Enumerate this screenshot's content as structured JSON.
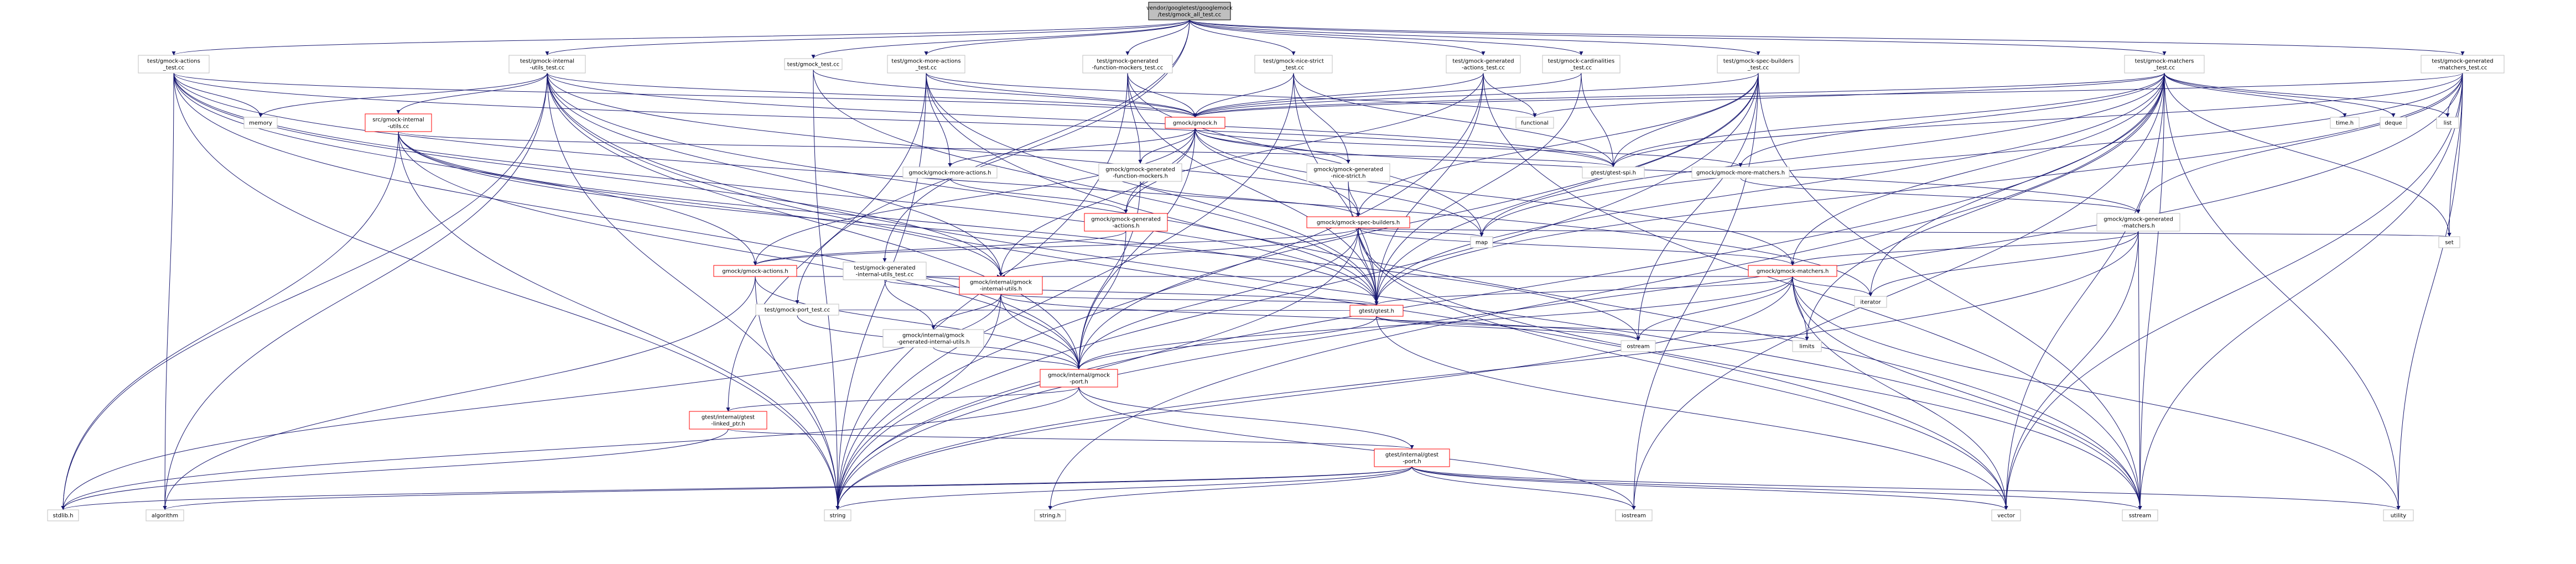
{
  "diagram": {
    "colors": {
      "edge": "#191970",
      "node_border_normal": "#bfbfbf",
      "node_border_incomplete": "#ff0000",
      "node_fill_root": "#bfbfbf",
      "node_fill": "#ffffff"
    },
    "nodes": [
      {
        "id": "root",
        "label": [
          "vendor/googletest/googlemock",
          "/test/gmock_all_test.cc"
        ],
        "style": "root"
      },
      {
        "id": "t_actions",
        "label": [
          "test/gmock-actions",
          "_test.cc"
        ]
      },
      {
        "id": "t_internal",
        "label": [
          "test/gmock-internal",
          "-utils_test.cc"
        ]
      },
      {
        "id": "t_gmock",
        "label": [
          "test/gmock_test.cc"
        ]
      },
      {
        "id": "t_more_actions",
        "label": [
          "test/gmock-more-actions",
          "_test.cc"
        ]
      },
      {
        "id": "t_gen_fn_mockers",
        "label": [
          "test/gmock-generated",
          "-function-mockers_test.cc"
        ]
      },
      {
        "id": "t_nice_strict",
        "label": [
          "test/gmock-nice-strict",
          "_test.cc"
        ]
      },
      {
        "id": "t_gen_actions",
        "label": [
          "test/gmock-generated",
          "-actions_test.cc"
        ]
      },
      {
        "id": "t_cardinalities",
        "label": [
          "test/gmock-cardinalities",
          "_test.cc"
        ]
      },
      {
        "id": "t_spec_builders",
        "label": [
          "test/gmock-spec-builders",
          "_test.cc"
        ]
      },
      {
        "id": "t_matchers",
        "label": [
          "test/gmock-matchers",
          "_test.cc"
        ]
      },
      {
        "id": "t_gen_matchers",
        "label": [
          "test/gmock-generated",
          "-matchers_test.cc"
        ]
      },
      {
        "id": "memory",
        "label": [
          "memory"
        ]
      },
      {
        "id": "src_internal_utils",
        "label": [
          "src/gmock-internal",
          "-utils.cc"
        ],
        "style": "red"
      },
      {
        "id": "gmock_h",
        "label": [
          "gmock/gmock.h"
        ],
        "style": "red"
      },
      {
        "id": "functional",
        "label": [
          "functional"
        ]
      },
      {
        "id": "gtest_spi",
        "label": [
          "gtest/gtest-spi.h"
        ]
      },
      {
        "id": "time_h",
        "label": [
          "time.h"
        ]
      },
      {
        "id": "deque",
        "label": [
          "deque"
        ]
      },
      {
        "id": "list",
        "label": [
          "list"
        ]
      },
      {
        "id": "gmock_more_actions",
        "label": [
          "gmock/gmock-more-actions.h"
        ]
      },
      {
        "id": "gen_fn_mockers_h",
        "label": [
          "gmock/gmock-generated",
          "-function-mockers.h"
        ]
      },
      {
        "id": "gen_nice_strict_h",
        "label": [
          "gmock/gmock-generated",
          "-nice-strict.h"
        ]
      },
      {
        "id": "gmock_more_matchers",
        "label": [
          "gmock/gmock-more-matchers.h"
        ]
      },
      {
        "id": "gen_actions_h",
        "label": [
          "gmock/gmock-generated",
          "-actions.h"
        ],
        "style": "red"
      },
      {
        "id": "spec_builders_h",
        "label": [
          "gmock/gmock-spec-builders.h"
        ],
        "style": "red"
      },
      {
        "id": "gen_matchers_h",
        "label": [
          "gmock/gmock-generated",
          "-matchers.h"
        ]
      },
      {
        "id": "map",
        "label": [
          "map"
        ]
      },
      {
        "id": "set",
        "label": [
          "set"
        ]
      },
      {
        "id": "gmock_actions_h",
        "label": [
          "gmock/gmock-actions.h"
        ],
        "style": "red"
      },
      {
        "id": "t_gen_internal_utils",
        "label": [
          "test/gmock-generated",
          "-internal-utils_test.cc"
        ]
      },
      {
        "id": "gmock_matchers_h",
        "label": [
          "gmock/gmock-matchers.h"
        ],
        "style": "red"
      },
      {
        "id": "internal_utils_h",
        "label": [
          "gmock/internal/gmock",
          "-internal-utils.h"
        ],
        "style": "red"
      },
      {
        "id": "iterator",
        "label": [
          "iterator"
        ]
      },
      {
        "id": "t_port",
        "label": [
          "test/gmock-port_test.cc"
        ]
      },
      {
        "id": "gtest_h",
        "label": [
          "gtest/gtest.h"
        ],
        "style": "red"
      },
      {
        "id": "gen_internal_utils_h",
        "label": [
          "gmock/internal/gmock",
          "-generated-internal-utils.h"
        ]
      },
      {
        "id": "ostream",
        "label": [
          "ostream"
        ]
      },
      {
        "id": "limits",
        "label": [
          "limits"
        ]
      },
      {
        "id": "gmock_port_h",
        "label": [
          "gmock/internal/gmock",
          "-port.h"
        ],
        "style": "red"
      },
      {
        "id": "gtest_linked_ptr",
        "label": [
          "gtest/internal/gtest",
          "-linked_ptr.h"
        ],
        "style": "red"
      },
      {
        "id": "gtest_port_h",
        "label": [
          "gtest/internal/gtest",
          "-port.h"
        ],
        "style": "red"
      },
      {
        "id": "stdlib_h",
        "label": [
          "stdlib.h"
        ]
      },
      {
        "id": "algorithm",
        "label": [
          "algorithm"
        ]
      },
      {
        "id": "string",
        "label": [
          "string"
        ]
      },
      {
        "id": "string_h",
        "label": [
          "string.h"
        ]
      },
      {
        "id": "iostream",
        "label": [
          "iostream"
        ]
      },
      {
        "id": "vector",
        "label": [
          "vector"
        ]
      },
      {
        "id": "utility",
        "label": [
          "utility"
        ]
      },
      {
        "id": "sstream",
        "label": [
          "sstream"
        ]
      }
    ],
    "edges": [
      [
        "root",
        "t_actions"
      ],
      [
        "root",
        "t_internal"
      ],
      [
        "root",
        "t_gmock"
      ],
      [
        "root",
        "t_more_actions"
      ],
      [
        "root",
        "t_gen_fn_mockers"
      ],
      [
        "root",
        "t_nice_strict"
      ],
      [
        "root",
        "t_gen_actions"
      ],
      [
        "root",
        "t_cardinalities"
      ],
      [
        "root",
        "t_spec_builders"
      ],
      [
        "root",
        "t_matchers"
      ],
      [
        "root",
        "t_gen_matchers"
      ],
      [
        "root",
        "t_gen_internal_utils"
      ],
      [
        "root",
        "t_port"
      ],
      [
        "t_actions",
        "gmock_h"
      ],
      [
        "t_actions",
        "memory"
      ],
      [
        "t_actions",
        "gmock_actions_h"
      ],
      [
        "t_actions",
        "gtest_h"
      ],
      [
        "t_actions",
        "internal_utils_h"
      ],
      [
        "t_actions",
        "gmock_port_h"
      ],
      [
        "t_actions",
        "algorithm"
      ],
      [
        "t_actions",
        "string"
      ],
      [
        "t_actions",
        "iterator"
      ],
      [
        "t_actions",
        "gtest_spi"
      ],
      [
        "t_internal",
        "memory"
      ],
      [
        "t_internal",
        "src_internal_utils"
      ],
      [
        "t_internal",
        "gmock_h"
      ],
      [
        "t_internal",
        "internal_utils_h"
      ],
      [
        "t_internal",
        "gtest_h"
      ],
      [
        "t_internal",
        "gtest_spi"
      ],
      [
        "t_internal",
        "gmock_port_h"
      ],
      [
        "t_internal",
        "map"
      ],
      [
        "t_internal",
        "vector"
      ],
      [
        "t_internal",
        "string"
      ],
      [
        "t_internal",
        "sstream"
      ],
      [
        "t_internal",
        "algorithm"
      ],
      [
        "t_internal",
        "stdlib_h"
      ],
      [
        "t_gmock",
        "gmock_h"
      ],
      [
        "t_gmock",
        "gtest_h"
      ],
      [
        "t_gmock",
        "string"
      ],
      [
        "t_more_actions",
        "gmock_h"
      ],
      [
        "t_more_actions",
        "gmock_more_actions"
      ],
      [
        "t_more_actions",
        "gtest_h"
      ],
      [
        "t_more_actions",
        "functional"
      ],
      [
        "t_more_actions",
        "sstream"
      ],
      [
        "t_more_actions",
        "string"
      ],
      [
        "t_more_actions",
        "gtest_linked_ptr"
      ],
      [
        "t_gen_fn_mockers",
        "gmock_h"
      ],
      [
        "t_gen_fn_mockers",
        "gen_fn_mockers_h"
      ],
      [
        "t_gen_fn_mockers",
        "gtest_h"
      ],
      [
        "t_gen_fn_mockers",
        "map"
      ],
      [
        "t_gen_fn_mockers",
        "string"
      ],
      [
        "t_nice_strict",
        "gmock_h"
      ],
      [
        "t_nice_strict",
        "gen_nice_strict_h"
      ],
      [
        "t_nice_strict",
        "gtest_h"
      ],
      [
        "t_nice_strict",
        "gtest_spi"
      ],
      [
        "t_nice_strict",
        "string"
      ],
      [
        "t_gen_actions",
        "gmock_h"
      ],
      [
        "t_gen_actions",
        "gen_actions_h"
      ],
      [
        "t_gen_actions",
        "gtest_h"
      ],
      [
        "t_gen_actions",
        "functional"
      ],
      [
        "t_gen_actions",
        "sstream"
      ],
      [
        "t_gen_actions",
        "string"
      ],
      [
        "t_cardinalities",
        "gmock_h"
      ],
      [
        "t_cardinalities",
        "gtest_h"
      ],
      [
        "t_cardinalities",
        "gtest_spi"
      ],
      [
        "t_spec_builders",
        "gmock_h"
      ],
      [
        "t_spec_builders",
        "spec_builders_h"
      ],
      [
        "t_spec_builders",
        "gtest_h"
      ],
      [
        "t_spec_builders",
        "gtest_spi"
      ],
      [
        "t_spec_builders",
        "ostream"
      ],
      [
        "t_spec_builders",
        "sstream"
      ],
      [
        "t_spec_builders",
        "string"
      ],
      [
        "t_spec_builders",
        "gmock_port_h"
      ],
      [
        "t_spec_builders",
        "iostream"
      ],
      [
        "t_matchers",
        "gmock_matchers_h"
      ],
      [
        "t_matchers",
        "gmock_more_matchers"
      ],
      [
        "t_matchers",
        "gmock_h"
      ],
      [
        "t_matchers",
        "gtest_h"
      ],
      [
        "t_matchers",
        "gtest_spi"
      ],
      [
        "t_matchers",
        "string_h"
      ],
      [
        "t_matchers",
        "time_h"
      ],
      [
        "t_matchers",
        "deque"
      ],
      [
        "t_matchers",
        "functional"
      ],
      [
        "t_matchers",
        "iostream"
      ],
      [
        "t_matchers",
        "iterator"
      ],
      [
        "t_matchers",
        "limits"
      ],
      [
        "t_matchers",
        "list"
      ],
      [
        "t_matchers",
        "map"
      ],
      [
        "t_matchers",
        "set"
      ],
      [
        "t_matchers",
        "sstream"
      ],
      [
        "t_matchers",
        "string"
      ],
      [
        "t_matchers",
        "utility"
      ],
      [
        "t_matchers",
        "vector"
      ],
      [
        "t_gen_matchers",
        "gen_matchers_h"
      ],
      [
        "t_gen_matchers",
        "list"
      ],
      [
        "t_gen_matchers",
        "map"
      ],
      [
        "t_gen_matchers",
        "set"
      ],
      [
        "t_gen_matchers",
        "sstream"
      ],
      [
        "t_gen_matchers",
        "string"
      ],
      [
        "t_gen_matchers",
        "utility"
      ],
      [
        "t_gen_matchers",
        "vector"
      ],
      [
        "t_gen_matchers",
        "gmock_h"
      ],
      [
        "t_gen_matchers",
        "gtest_h"
      ],
      [
        "t_gen_matchers",
        "gtest_spi"
      ],
      [
        "gmock_h",
        "gmock_actions_h"
      ],
      [
        "gmock_h",
        "gmock_more_actions"
      ],
      [
        "gmock_h",
        "gen_fn_mockers_h"
      ],
      [
        "gmock_h",
        "gen_nice_strict_h"
      ],
      [
        "gmock_h",
        "gmock_more_matchers"
      ],
      [
        "gmock_h",
        "gen_actions_h"
      ],
      [
        "gmock_h",
        "gen_matchers_h"
      ],
      [
        "gmock_h",
        "gmock_matchers_h"
      ],
      [
        "gmock_h",
        "internal_utils_h"
      ],
      [
        "gmock_h",
        "spec_builders_h"
      ],
      [
        "gmock_h",
        "gmock_port_h"
      ],
      [
        "gmock_more_actions",
        "gen_actions_h"
      ],
      [
        "gen_fn_mockers_h",
        "gmock_port_h"
      ],
      [
        "gen_fn_mockers_h",
        "spec_builders_h"
      ],
      [
        "gen_nice_strict_h",
        "spec_builders_h"
      ],
      [
        "gen_nice_strict_h",
        "gtest_h"
      ],
      [
        "gmock_more_matchers",
        "gen_matchers_h"
      ],
      [
        "gen_actions_h",
        "gmock_actions_h"
      ],
      [
        "gen_actions_h",
        "gmock_port_h"
      ],
      [
        "gen_matchers_h",
        "iterator"
      ],
      [
        "gen_matchers_h",
        "sstream"
      ],
      [
        "gen_matchers_h",
        "string"
      ],
      [
        "gen_matchers_h",
        "vector"
      ],
      [
        "gen_matchers_h",
        "gmock_matchers_h"
      ],
      [
        "spec_builders_h",
        "map"
      ],
      [
        "spec_builders_h",
        "set"
      ],
      [
        "spec_builders_h",
        "sstream"
      ],
      [
        "spec_builders_h",
        "string"
      ],
      [
        "spec_builders_h",
        "vector"
      ],
      [
        "spec_builders_h",
        "gmock_actions_h"
      ],
      [
        "spec_builders_h",
        "gmock_matchers_h"
      ],
      [
        "spec_builders_h",
        "internal_utils_h"
      ],
      [
        "spec_builders_h",
        "gmock_port_h"
      ],
      [
        "spec_builders_h",
        "gtest_h"
      ],
      [
        "gmock_actions_h",
        "algorithm"
      ],
      [
        "gmock_actions_h",
        "string"
      ],
      [
        "gmock_actions_h",
        "internal_utils_h"
      ],
      [
        "gmock_actions_h",
        "gmock_port_h"
      ],
      [
        "gmock_matchers_h",
        "iterator"
      ],
      [
        "gmock_matchers_h",
        "limits"
      ],
      [
        "gmock_matchers_h",
        "ostream"
      ],
      [
        "gmock_matchers_h",
        "sstream"
      ],
      [
        "gmock_matchers_h",
        "string"
      ],
      [
        "gmock_matchers_h",
        "utility"
      ],
      [
        "gmock_matchers_h",
        "vector"
      ],
      [
        "gmock_matchers_h",
        "internal_utils_h"
      ],
      [
        "gmock_matchers_h",
        "gmock_port_h"
      ],
      [
        "gmock_matchers_h",
        "gtest_h"
      ],
      [
        "t_gen_internal_utils",
        "gen_internal_utils_h"
      ],
      [
        "t_gen_internal_utils",
        "internal_utils_h"
      ],
      [
        "t_gen_internal_utils",
        "gtest_h"
      ],
      [
        "internal_utils_h",
        "stdlib_h"
      ],
      [
        "internal_utils_h",
        "ostream"
      ],
      [
        "internal_utils_h",
        "string"
      ],
      [
        "internal_utils_h",
        "gen_internal_utils_h"
      ],
      [
        "internal_utils_h",
        "gmock_port_h"
      ],
      [
        "internal_utils_h",
        "gtest_h"
      ],
      [
        "t_port",
        "gmock_port_h"
      ],
      [
        "t_port",
        "gtest_h"
      ],
      [
        "gen_internal_utils_h",
        "gmock_port_h"
      ],
      [
        "gtest_h",
        "limits"
      ],
      [
        "gtest_h",
        "ostream"
      ],
      [
        "gtest_h",
        "vector"
      ],
      [
        "gtest_h",
        "gmock_port_h"
      ],
      [
        "gmock_port_h",
        "assert_h_placeholder"
      ],
      [
        "gmock_port_h",
        "stdlib_h"
      ],
      [
        "gmock_port_h",
        "iostream"
      ],
      [
        "gmock_port_h",
        "gtest_linked_ptr"
      ],
      [
        "gmock_port_h",
        "gtest_port_h"
      ],
      [
        "gtest_linked_ptr",
        "stdlib_h"
      ],
      [
        "gtest_linked_ptr",
        "gtest_port_h"
      ],
      [
        "gtest_port_h",
        "stdlib_h"
      ],
      [
        "gtest_port_h",
        "string_h"
      ],
      [
        "gtest_port_h",
        "algorithm"
      ],
      [
        "gtest_port_h",
        "iostream"
      ],
      [
        "gtest_port_h",
        "sstream"
      ],
      [
        "gtest_port_h",
        "string"
      ],
      [
        "gtest_port_h",
        "utility"
      ],
      [
        "gtest_port_h",
        "vector"
      ],
      [
        "src_internal_utils",
        "gmock_port_h"
      ],
      [
        "src_internal_utils",
        "internal_utils_h"
      ],
      [
        "src_internal_utils",
        "ostream"
      ],
      [
        "src_internal_utils",
        "string"
      ],
      [
        "src_internal_utils",
        "gtest_h"
      ],
      [
        "src_internal_utils",
        "stdlib_h"
      ],
      [
        "src_internal_utils",
        "gtest_spi"
      ]
    ]
  }
}
